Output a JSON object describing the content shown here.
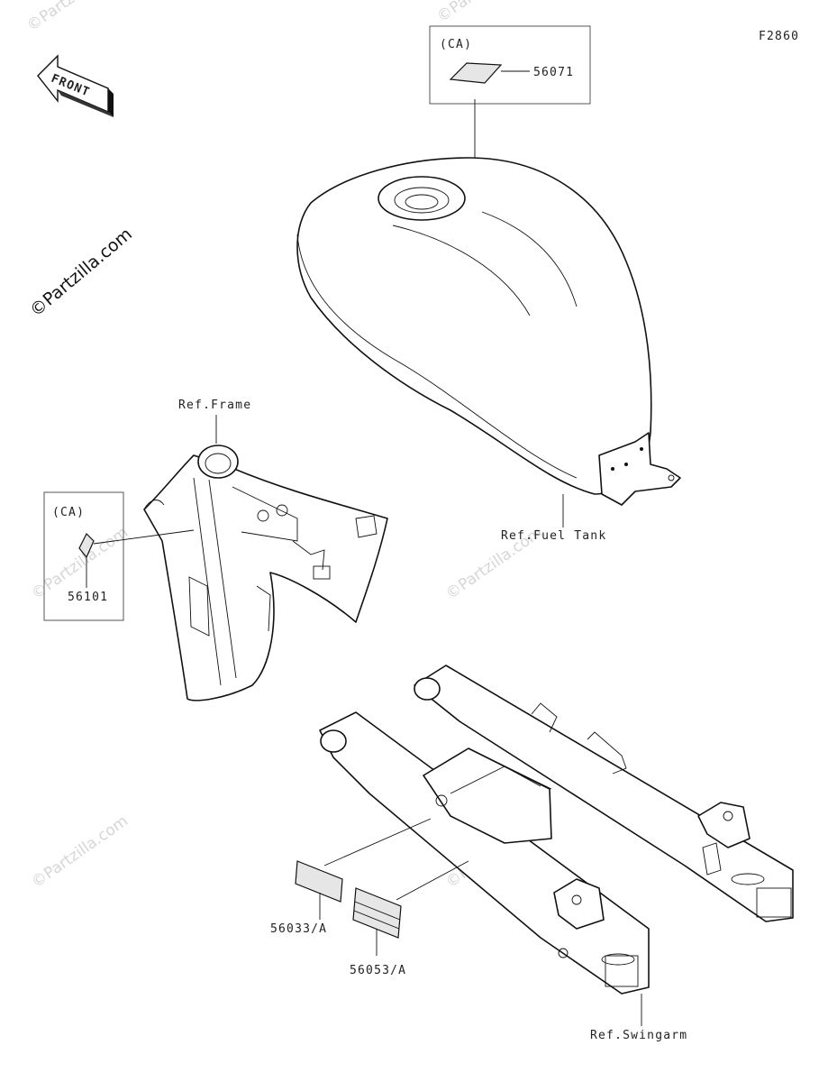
{
  "figure_code": "F2860",
  "front_arrow_label": "FRONT",
  "watermark_brand": "©Partzilla.com",
  "labels": {
    "ca_top": "(CA)",
    "part_56071": "56071",
    "ca_left": "(CA)",
    "part_56101": "56101",
    "ref_frame": "Ref.Frame",
    "ref_fuel_tank": "Ref.Fuel Tank",
    "part_56033": "56033/A",
    "part_56053": "56053/A",
    "ref_swingarm": "Ref.Swingarm"
  },
  "colors": {
    "line": "#111111",
    "watermark": "#d6d6d6",
    "sticker": "#e6e6e6"
  }
}
